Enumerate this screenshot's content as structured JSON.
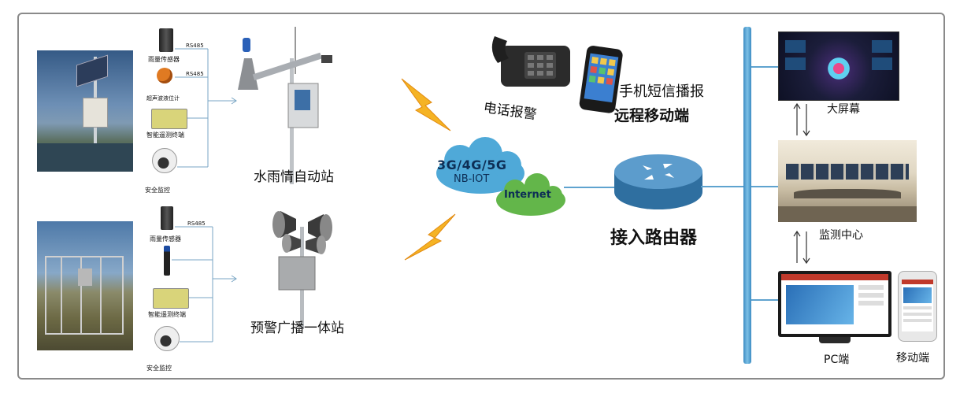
{
  "stations": {
    "top": {
      "sensors": {
        "rain": "雨量传感器",
        "ultrasonic": "超声波液位计",
        "rtu": "智能遥测终端",
        "camera": "安全监控"
      },
      "bus1": "RS485",
      "bus2": "RS485",
      "name": "水雨情自动站"
    },
    "bottom": {
      "sensors": {
        "rain": "雨量传感器",
        "rtu": "智能遥测终端",
        "camera": "安全监控"
      },
      "bus1": "RS485",
      "name": "预警广播一体站"
    }
  },
  "network": {
    "cloud_line1": "3G/4G/5G",
    "cloud_line2": "NB-IOT",
    "internet": "Internet",
    "router": "接入路由器"
  },
  "alerts": {
    "phone": "电话报警",
    "sms": "手机短信播报",
    "remote": "远程移动端"
  },
  "endpoints": {
    "big_screen": "大屏幕",
    "monitor_center": "监测中心",
    "pc": "PC端",
    "mobile": "移动端"
  },
  "colors": {
    "bus": "#5fa3cf",
    "cloud": "#4fa9d8",
    "internet": "#63b64a",
    "lightning": "#f5b324"
  }
}
